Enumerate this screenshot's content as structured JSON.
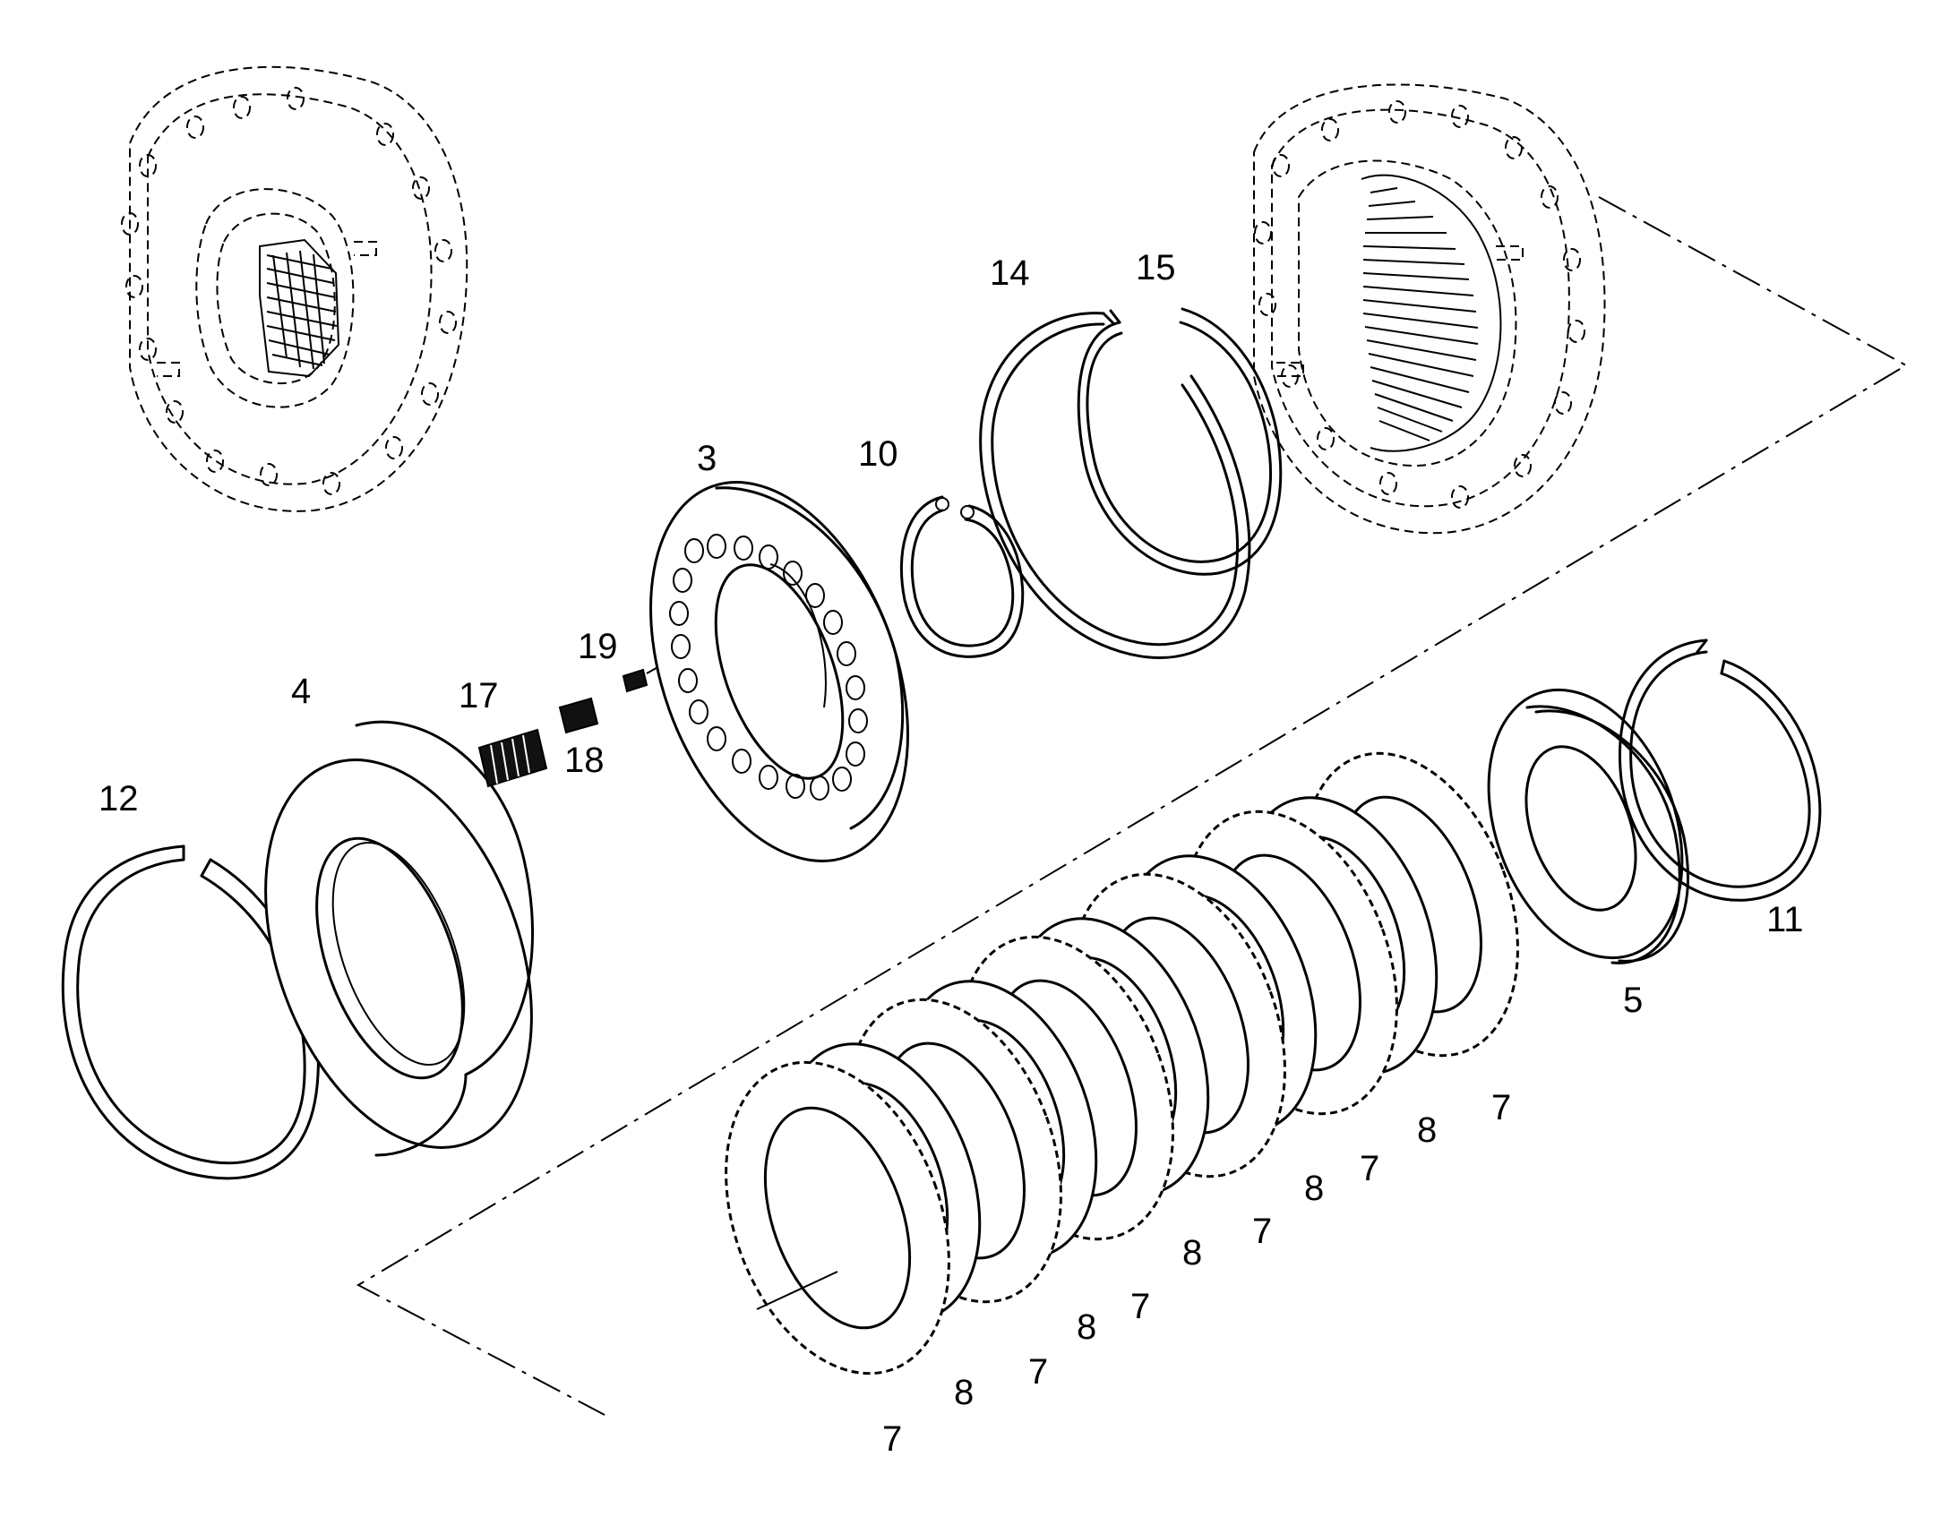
{
  "callouts": {
    "part_3": "3",
    "part_4": "4",
    "part_5": "5",
    "part_10": "10",
    "part_11": "11",
    "part_12": "12",
    "part_14": "14",
    "part_15": "15",
    "part_17": "17",
    "part_18": "18",
    "part_19": "19",
    "disc_labels": [
      "7",
      "8",
      "7",
      "8",
      "7",
      "8",
      "7",
      "8",
      "7",
      "8",
      "7"
    ]
  }
}
